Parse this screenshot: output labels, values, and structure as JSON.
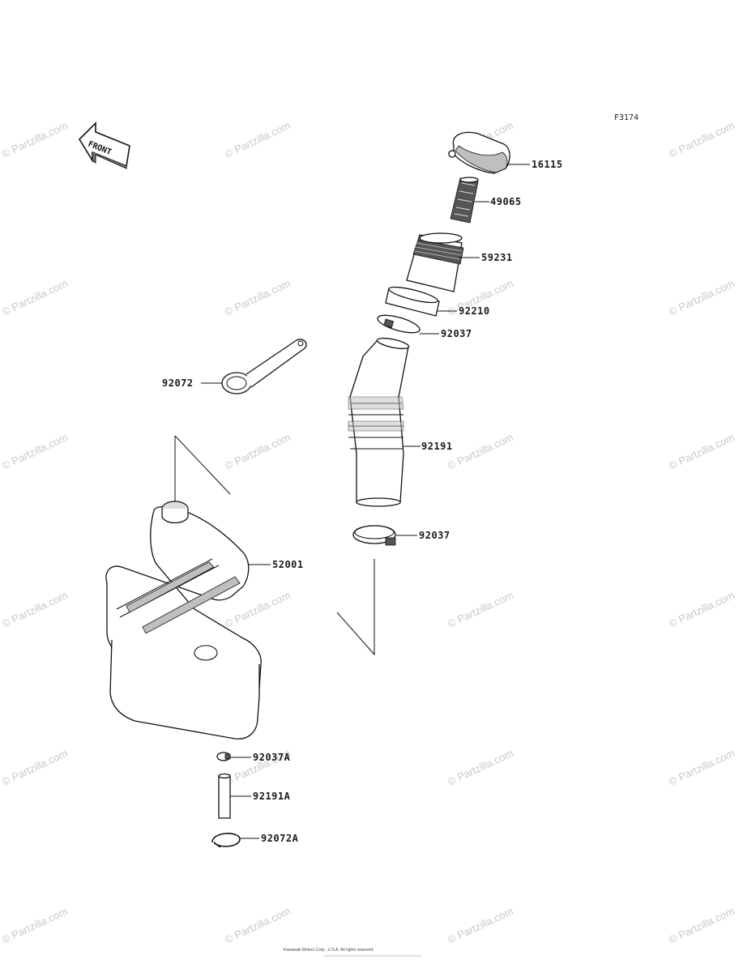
{
  "diagram_code": "F3174",
  "front_label": "FRONT",
  "watermark": "© Partzilla.com",
  "copyright_line1": "Kawasaki Motors Corp., U.S.A. All rights reserved.",
  "parts": [
    {
      "id": "p16115",
      "label": "16115"
    },
    {
      "id": "p49065",
      "label": "49065"
    },
    {
      "id": "p59231",
      "label": "59231"
    },
    {
      "id": "p92210",
      "label": "92210"
    },
    {
      "id": "p92037a",
      "label": "92037"
    },
    {
      "id": "p92072",
      "label": "92072"
    },
    {
      "id": "p92191",
      "label": "92191"
    },
    {
      "id": "p92037b",
      "label": "92037"
    },
    {
      "id": "p52001",
      "label": "52001"
    },
    {
      "id": "p92037A",
      "label": "92037A"
    },
    {
      "id": "p92191A",
      "label": "92191A"
    },
    {
      "id": "p92072A",
      "label": "92072A"
    }
  ]
}
